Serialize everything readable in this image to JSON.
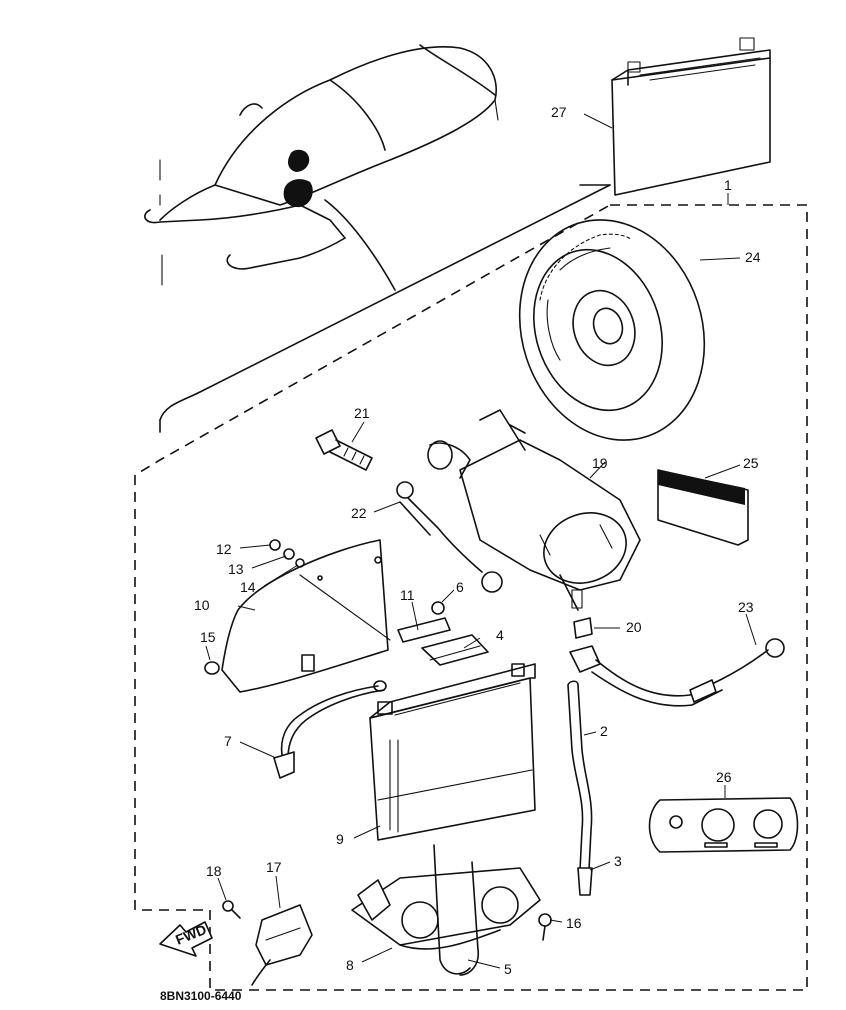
{
  "diagram": {
    "code": "8BN3100-6440",
    "fwd_label": "FWD",
    "callouts": [
      {
        "id": "c1",
        "text": "1"
      },
      {
        "id": "c2",
        "text": "2"
      },
      {
        "id": "c3",
        "text": "3"
      },
      {
        "id": "c4",
        "text": "4"
      },
      {
        "id": "c5",
        "text": "5"
      },
      {
        "id": "c6",
        "text": "6"
      },
      {
        "id": "c7",
        "text": "7"
      },
      {
        "id": "c8",
        "text": "8"
      },
      {
        "id": "c9",
        "text": "9"
      },
      {
        "id": "c10",
        "text": "10"
      },
      {
        "id": "c11",
        "text": "11"
      },
      {
        "id": "c12",
        "text": "12"
      },
      {
        "id": "c13",
        "text": "13"
      },
      {
        "id": "c14",
        "text": "14"
      },
      {
        "id": "c15",
        "text": "15"
      },
      {
        "id": "c16",
        "text": "16"
      },
      {
        "id": "c17",
        "text": "17"
      },
      {
        "id": "c18",
        "text": "18"
      },
      {
        "id": "c19",
        "text": "19"
      },
      {
        "id": "c20",
        "text": "20"
      },
      {
        "id": "c21",
        "text": "21"
      },
      {
        "id": "c22",
        "text": "22"
      },
      {
        "id": "c23",
        "text": "23"
      },
      {
        "id": "c24",
        "text": "24"
      },
      {
        "id": "c25",
        "text": "25"
      },
      {
        "id": "c26",
        "text": "26"
      },
      {
        "id": "c27",
        "text": "27"
      }
    ]
  }
}
